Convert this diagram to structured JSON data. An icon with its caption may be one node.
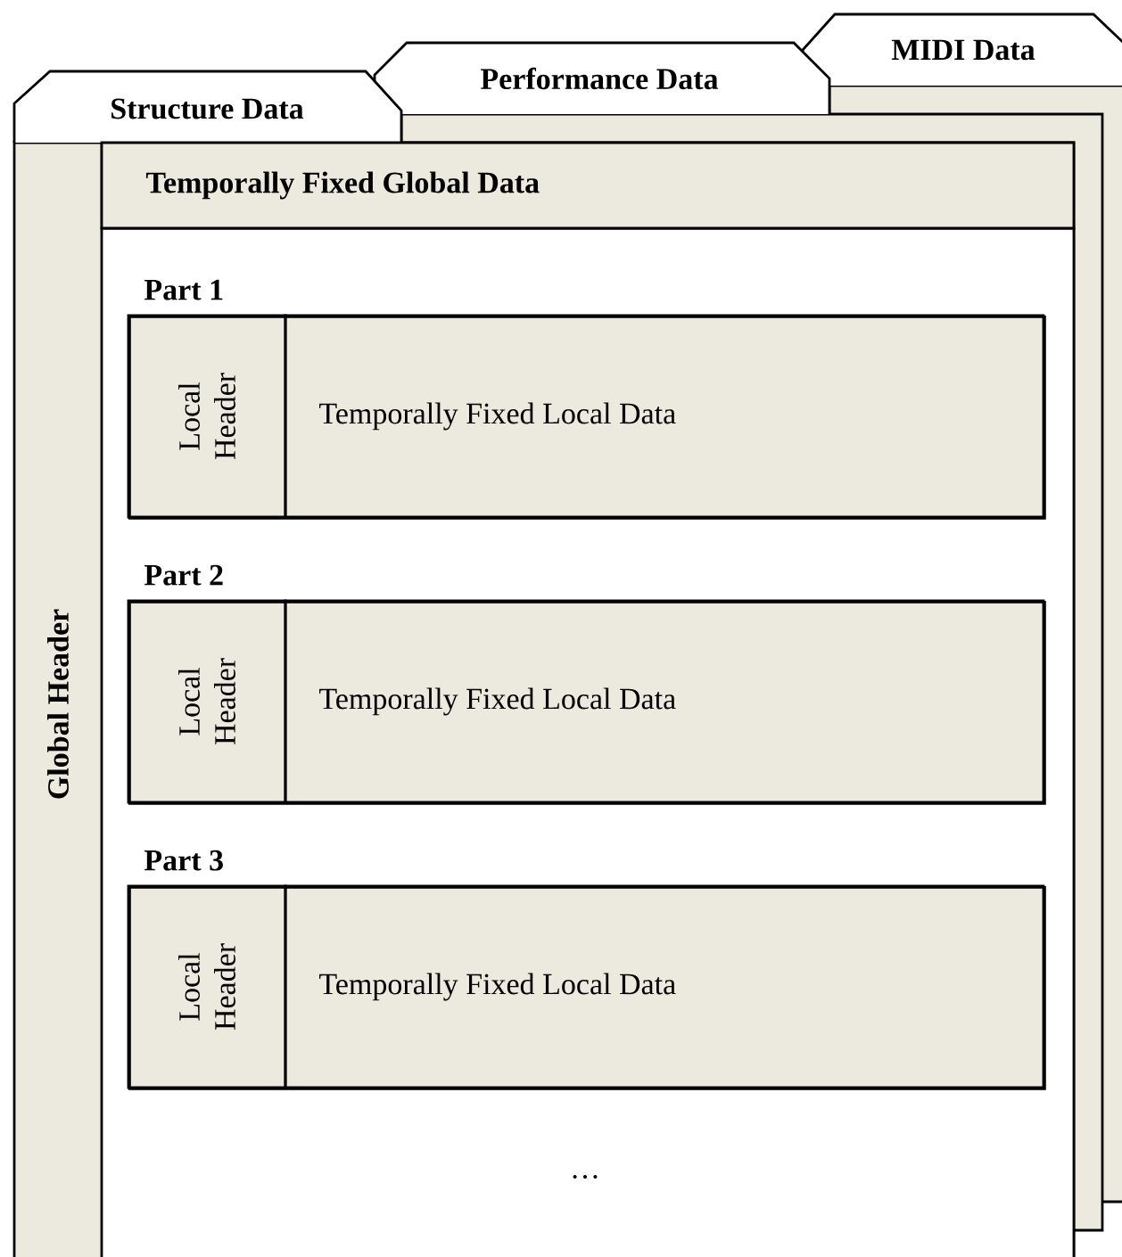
{
  "diagram": {
    "nodes": [
      {
        "text": [
          "Structure Data"
        ]
      },
      {
        "text": [
          "Performance Data"
        ]
      },
      {
        "text": [
          "MIDI Data"
        ]
      },
      {
        "text": [
          "Global Header"
        ],
        "in": 0
      },
      {
        "text": [
          "Temporally Fixed Global Data"
        ],
        "in": 0
      },
      {
        "text": [
          "Part 1"
        ],
        "in": 0
      },
      {
        "text": [
          "Local Header"
        ],
        "in": 5
      },
      {
        "text": [
          "Temporally Fixed Local Data"
        ],
        "in": 5
      },
      {
        "text": [
          "Part 2"
        ],
        "in": 0
      },
      {
        "text": [
          "Local Header"
        ],
        "in": 8
      },
      {
        "text": [
          "Temporally Fixed Local Data"
        ],
        "in": 8
      },
      {
        "text": [
          "Part 3"
        ],
        "in": 0
      },
      {
        "text": [
          "Local Header"
        ],
        "in": 11
      },
      {
        "text": [
          "Temporally Fixed Local Data"
        ],
        "in": 11
      }
    ],
    "labels": [
      "…"
    ]
  }
}
